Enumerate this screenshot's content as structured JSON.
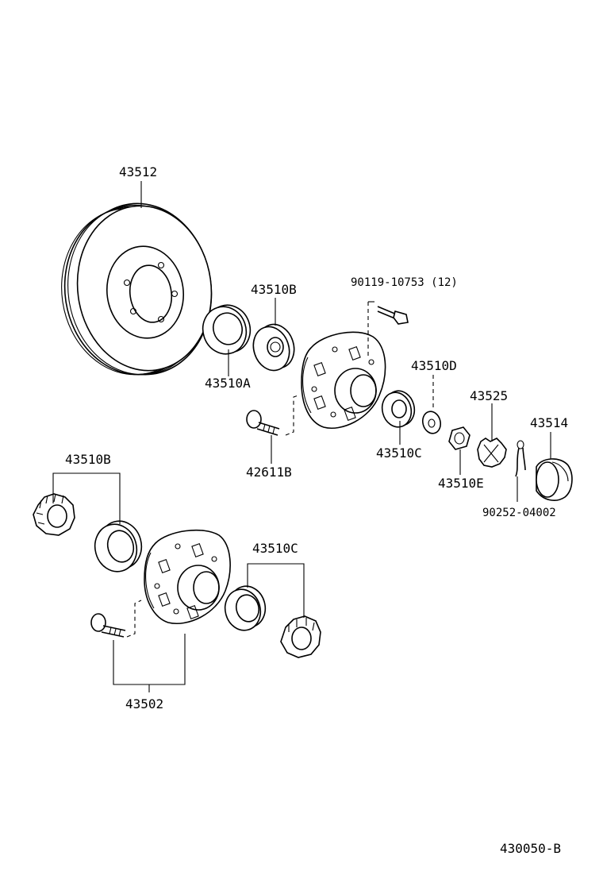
{
  "labels": {
    "disc": "43512",
    "bearing_outer_upper": "43510B",
    "seal": "43510A",
    "bolt_upper": "90119-10753 (12)",
    "washer": "43510D",
    "bearing_inner_upper": "43510C",
    "nut_lock": "43525",
    "cap": "43514",
    "stud": "42611B",
    "nut": "43510E",
    "cotter_pin": "90252-04002",
    "bearing_outer_lower": "43510B",
    "bearing_inner_lower": "43510C",
    "hub_assy": "43502",
    "diagram_code": "430050-B"
  }
}
